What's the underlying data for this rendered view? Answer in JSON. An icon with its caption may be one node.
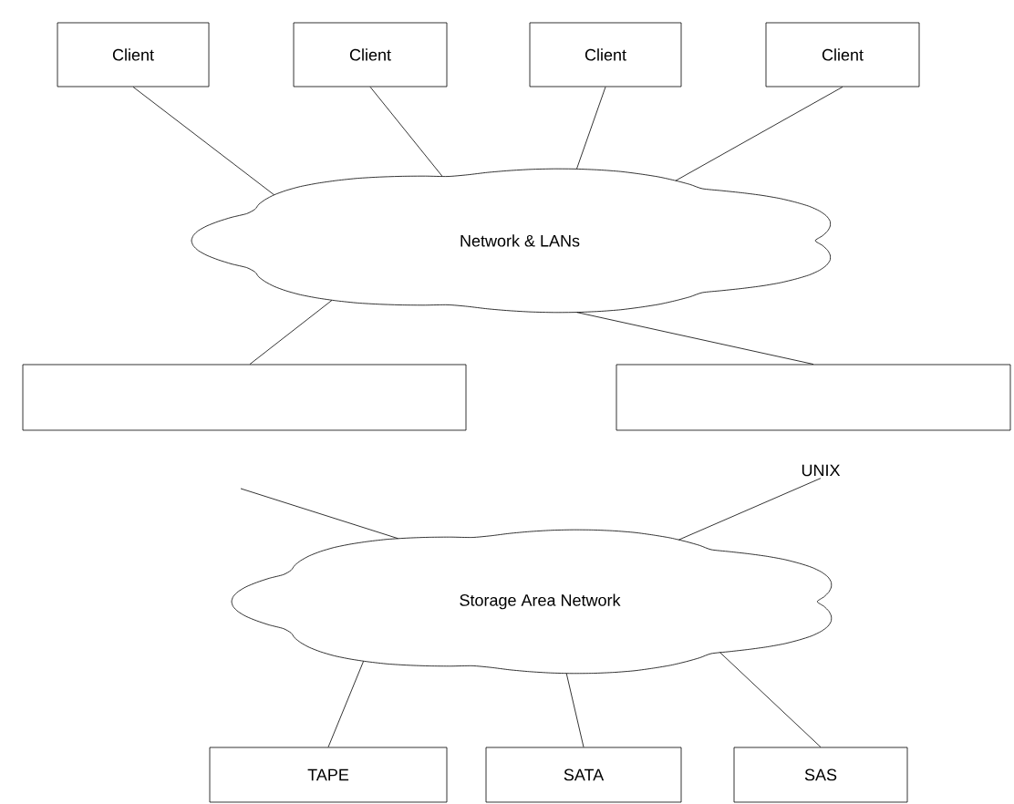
{
  "diagram": {
    "nodes": [
      {
        "text": [
          "Client"
        ]
      },
      {
        "text": [
          "Client"
        ]
      },
      {
        "text": [
          "Client"
        ]
      },
      {
        "text": [
          "Client"
        ]
      },
      {
        "text": [
          "Network & LANs"
        ]
      },
      {
        "text": [],
        "shape": "box"
      },
      {
        "text": [],
        "shape": "box"
      },
      {
        "text": [
          "UNIX"
        ]
      },
      {
        "text": [
          "Storage Area Network"
        ]
      },
      {
        "text": [
          "TAPE"
        ]
      },
      {
        "text": [
          "SATA"
        ]
      },
      {
        "text": [
          "SAS"
        ]
      }
    ],
    "edges": [
      {
        "from": 0,
        "to": 4,
        "arrow": "none"
      },
      {
        "from": 1,
        "to": 4,
        "arrow": "none"
      },
      {
        "from": 2,
        "to": 4,
        "arrow": "none"
      },
      {
        "from": 3,
        "to": 4,
        "arrow": "none"
      },
      {
        "from": 4,
        "to": 5,
        "arrow": "none"
      },
      {
        "from": 4,
        "to": 6,
        "arrow": "none"
      },
      {
        "from": null,
        "to": 8,
        "arrow": "none"
      },
      {
        "from": 7,
        "to": 8,
        "arrow": "none"
      },
      {
        "from": 8,
        "to": 9,
        "arrow": "none"
      },
      {
        "from": 8,
        "to": 10,
        "arrow": "none"
      },
      {
        "from": 8,
        "to": 11,
        "arrow": "none"
      }
    ]
  }
}
